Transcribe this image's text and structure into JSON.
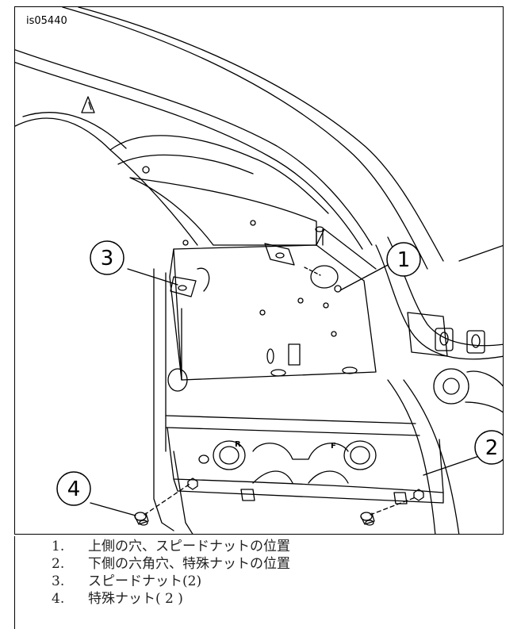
{
  "figure_id": "is05440",
  "callouts": [
    "1",
    "2",
    "3",
    "4"
  ],
  "plate_letters": [
    "R",
    "F"
  ],
  "legend": [
    {
      "num": "1.",
      "text": "上側の穴、スピードナットの位置"
    },
    {
      "num": "2.",
      "text": "下側の六角穴、特殊ナットの位置"
    },
    {
      "num": "3.",
      "text": "スピードナット(2)"
    },
    {
      "num": "4.",
      "text": "特殊ナット( 2 )"
    }
  ]
}
